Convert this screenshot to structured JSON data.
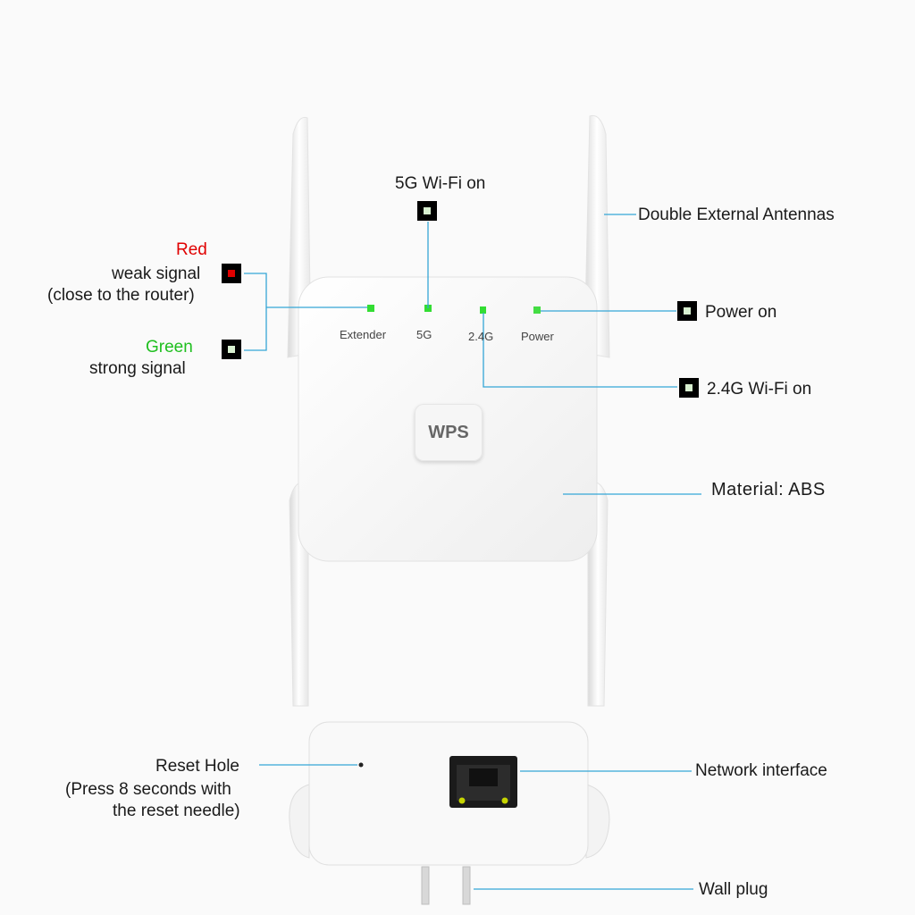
{
  "labels": {
    "wifi5g_on": "5G Wi-Fi on",
    "antennas": "Double External Antennas",
    "red_word": "Red",
    "weak_signal": "weak signal",
    "close_router": "(close to the router)",
    "green_word": "Green",
    "strong_signal": "strong signal",
    "power_on": "Power on",
    "wifi24g_on": "2.4G Wi-Fi on",
    "material": "Material: ABS",
    "reset_hole": "Reset Hole",
    "reset_hint_1": "(Press 8 seconds with",
    "reset_hint_2": "the reset needle)",
    "network": "Network interface",
    "wall_plug": "Wall plug"
  },
  "device": {
    "led_extender": "Extender",
    "led_5g": "5G",
    "led_24g": "2.4G",
    "led_power": "Power",
    "wps": "WPS"
  },
  "colors": {
    "red": "#e00000",
    "green": "#1fbf1f",
    "led": "#33dd33",
    "callout_line": "#35a6d6"
  }
}
